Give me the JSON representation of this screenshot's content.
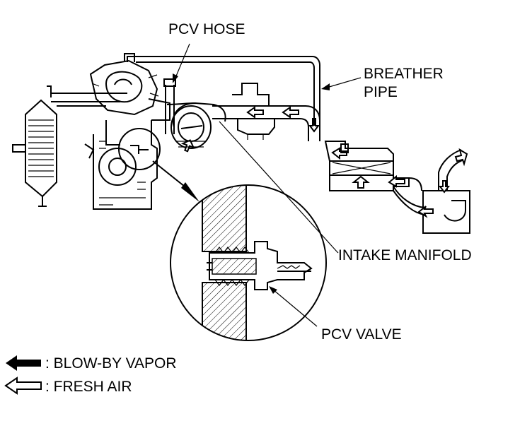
{
  "labels": {
    "pcv_hose": "PCV HOSE",
    "breather_pipe_line1": "BREATHER",
    "breather_pipe_line2": "PIPE",
    "intake_manifold": "INTAKE MANIFOLD",
    "pcv_valve": "PCV VALVE"
  },
  "legend": {
    "blow_by": ": BLOW-BY VAPOR",
    "fresh_air": ": FRESH AIR"
  },
  "colors": {
    "line": "#000000",
    "background": "#ffffff"
  }
}
